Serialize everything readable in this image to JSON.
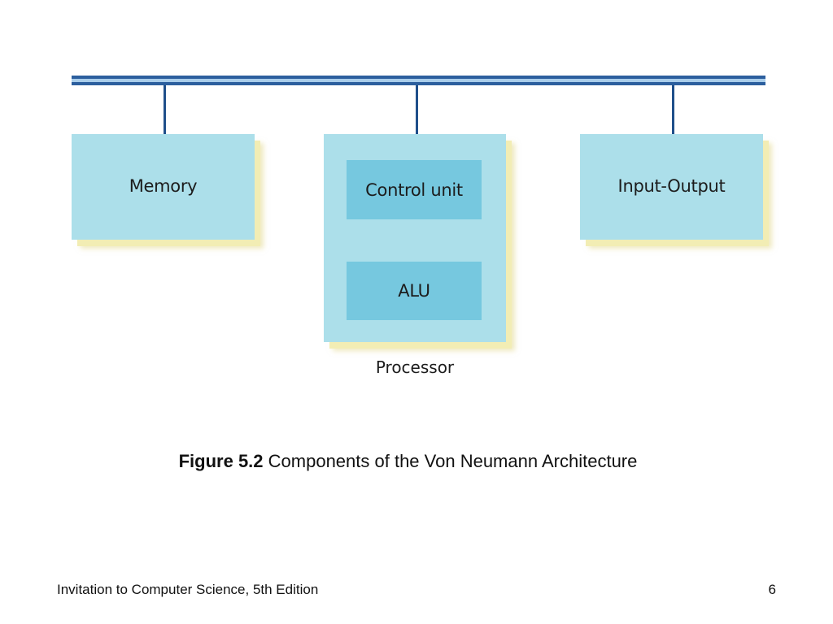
{
  "diagram": {
    "components": {
      "memory": "Memory",
      "processor": {
        "control_unit": "Control unit",
        "alu": "ALU",
        "caption": "Processor"
      },
      "input_output": "Input-Output"
    },
    "colors": {
      "bus": "#2c5f9e",
      "box": "#acdfea",
      "inner_unit": "#76c8df",
      "shadow": "#f2edb4"
    }
  },
  "caption": {
    "figure_number": "Figure 5.2",
    "text": " Components of the Von Neumann Architecture"
  },
  "footer": {
    "book": "Invitation to Computer Science, 5th Edition",
    "page_number": "6"
  }
}
